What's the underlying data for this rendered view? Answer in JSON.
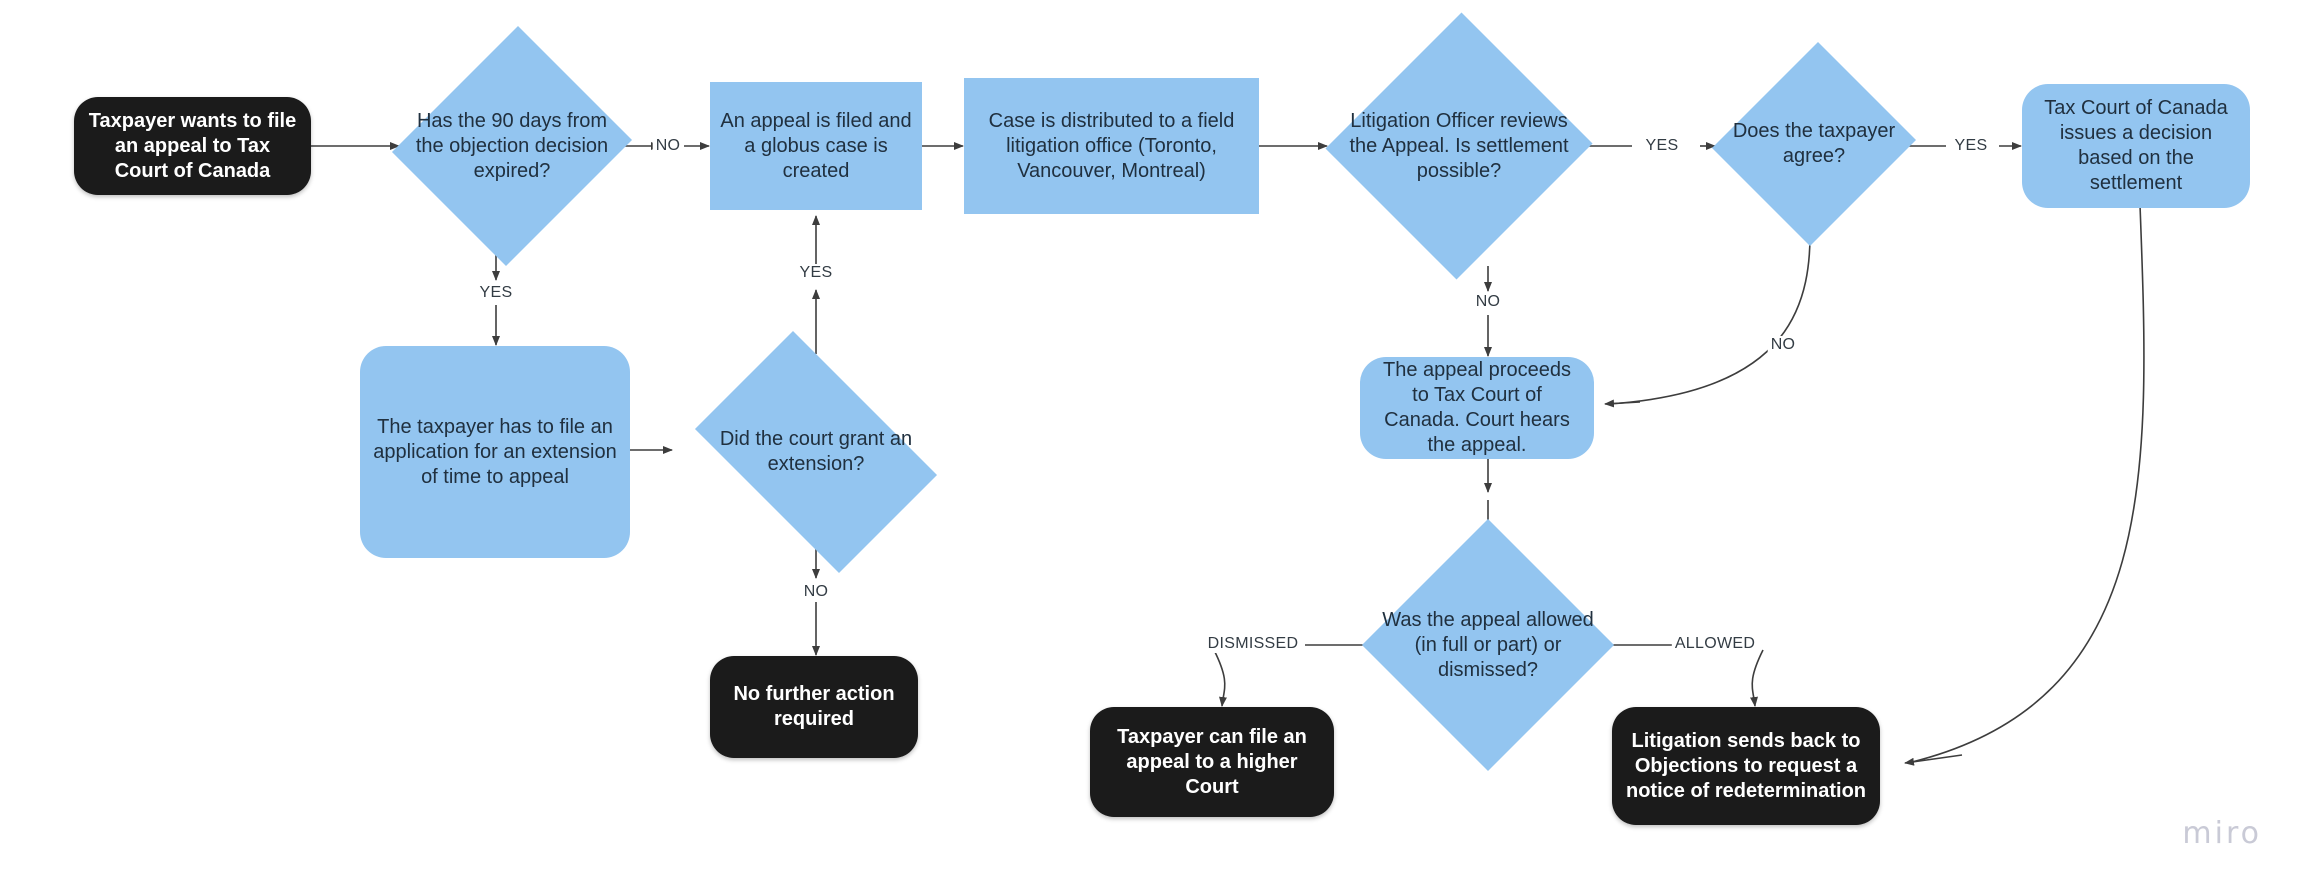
{
  "board": {
    "watermark": "miro",
    "colors": {
      "process_blue": "#93c5f0",
      "terminator_black": "#1b1b1b",
      "blue_text": "#20303f",
      "dark_text": "#ffffff",
      "edge_stroke": "#3d3d3d",
      "edge_label": "#333c44",
      "canvas": "#ffffff",
      "watermark": "#c9cad6"
    }
  },
  "nodes": {
    "start": {
      "label": "Taxpayer wants to file an appeal to Tax Court of Canada",
      "shape": "terminator-dark"
    },
    "days_expired": {
      "label": "Has the 90 days from the objection decision expired?",
      "shape": "decision"
    },
    "appeal_filed": {
      "label": "An appeal is filed and a globus case is created",
      "shape": "process"
    },
    "case_distributed": {
      "label": "Case is distributed to a field litigation office (Toronto, Vancouver, Montreal)",
      "shape": "process"
    },
    "litigation_review": {
      "label": "Litigation Officer reviews the Appeal. Is settlement possible?",
      "shape": "decision"
    },
    "taxpayer_agree": {
      "label": "Does the taxpayer agree?",
      "shape": "decision"
    },
    "tcc_decision_settlement": {
      "label": "Tax Court of Canada issues a decision based on the settlement",
      "shape": "process-round"
    },
    "extension_application": {
      "label": "The taxpayer has to file an application for an extension of time to appeal",
      "shape": "process-round"
    },
    "court_grant_extension": {
      "label": "Did the court grant an extension?",
      "shape": "decision"
    },
    "no_further_action": {
      "label": "No further action required",
      "shape": "terminator-dark"
    },
    "appeal_proceeds": {
      "label": "The appeal proceeds to Tax Court of Canada. Court hears the appeal.",
      "shape": "process-round"
    },
    "appeal_allowed": {
      "label": "Was the appeal allowed (in full or part) or dismissed?",
      "shape": "decision"
    },
    "higher_court": {
      "label": "Taxpayer can file an appeal to a higher Court",
      "shape": "terminator-dark"
    },
    "litigation_sends_back": {
      "label": "Litigation sends back to Objections to request a notice of redetermination",
      "shape": "terminator-dark"
    }
  },
  "edge_labels": {
    "days_expired_no": "NO",
    "days_expired_yes": "YES",
    "extension_yes": "YES",
    "extension_no": "NO",
    "litigation_yes": "YES",
    "litigation_no": "NO",
    "agree_yes": "YES",
    "agree_no": "NO",
    "dismissed": "DISMISSED",
    "allowed": "ALLOWED"
  },
  "edges": [
    {
      "from": "start",
      "to": "days_expired",
      "label": ""
    },
    {
      "from": "days_expired",
      "to": "appeal_filed",
      "label": "NO"
    },
    {
      "from": "days_expired",
      "to": "extension_application",
      "label": "YES"
    },
    {
      "from": "extension_application",
      "to": "court_grant_extension",
      "label": ""
    },
    {
      "from": "court_grant_extension",
      "to": "appeal_filed",
      "label": "YES"
    },
    {
      "from": "court_grant_extension",
      "to": "no_further_action",
      "label": "NO"
    },
    {
      "from": "appeal_filed",
      "to": "case_distributed",
      "label": ""
    },
    {
      "from": "case_distributed",
      "to": "litigation_review",
      "label": ""
    },
    {
      "from": "litigation_review",
      "to": "taxpayer_agree",
      "label": "YES"
    },
    {
      "from": "litigation_review",
      "to": "appeal_proceeds",
      "label": "NO"
    },
    {
      "from": "taxpayer_agree",
      "to": "tcc_decision_settlement",
      "label": "YES"
    },
    {
      "from": "taxpayer_agree",
      "to": "appeal_proceeds",
      "label": "NO"
    },
    {
      "from": "appeal_proceeds",
      "to": "appeal_allowed",
      "label": ""
    },
    {
      "from": "appeal_allowed",
      "to": "higher_court",
      "label": "DISMISSED"
    },
    {
      "from": "appeal_allowed",
      "to": "litigation_sends_back",
      "label": "ALLOWED"
    },
    {
      "from": "tcc_decision_settlement",
      "to": "litigation_sends_back",
      "label": ""
    }
  ]
}
